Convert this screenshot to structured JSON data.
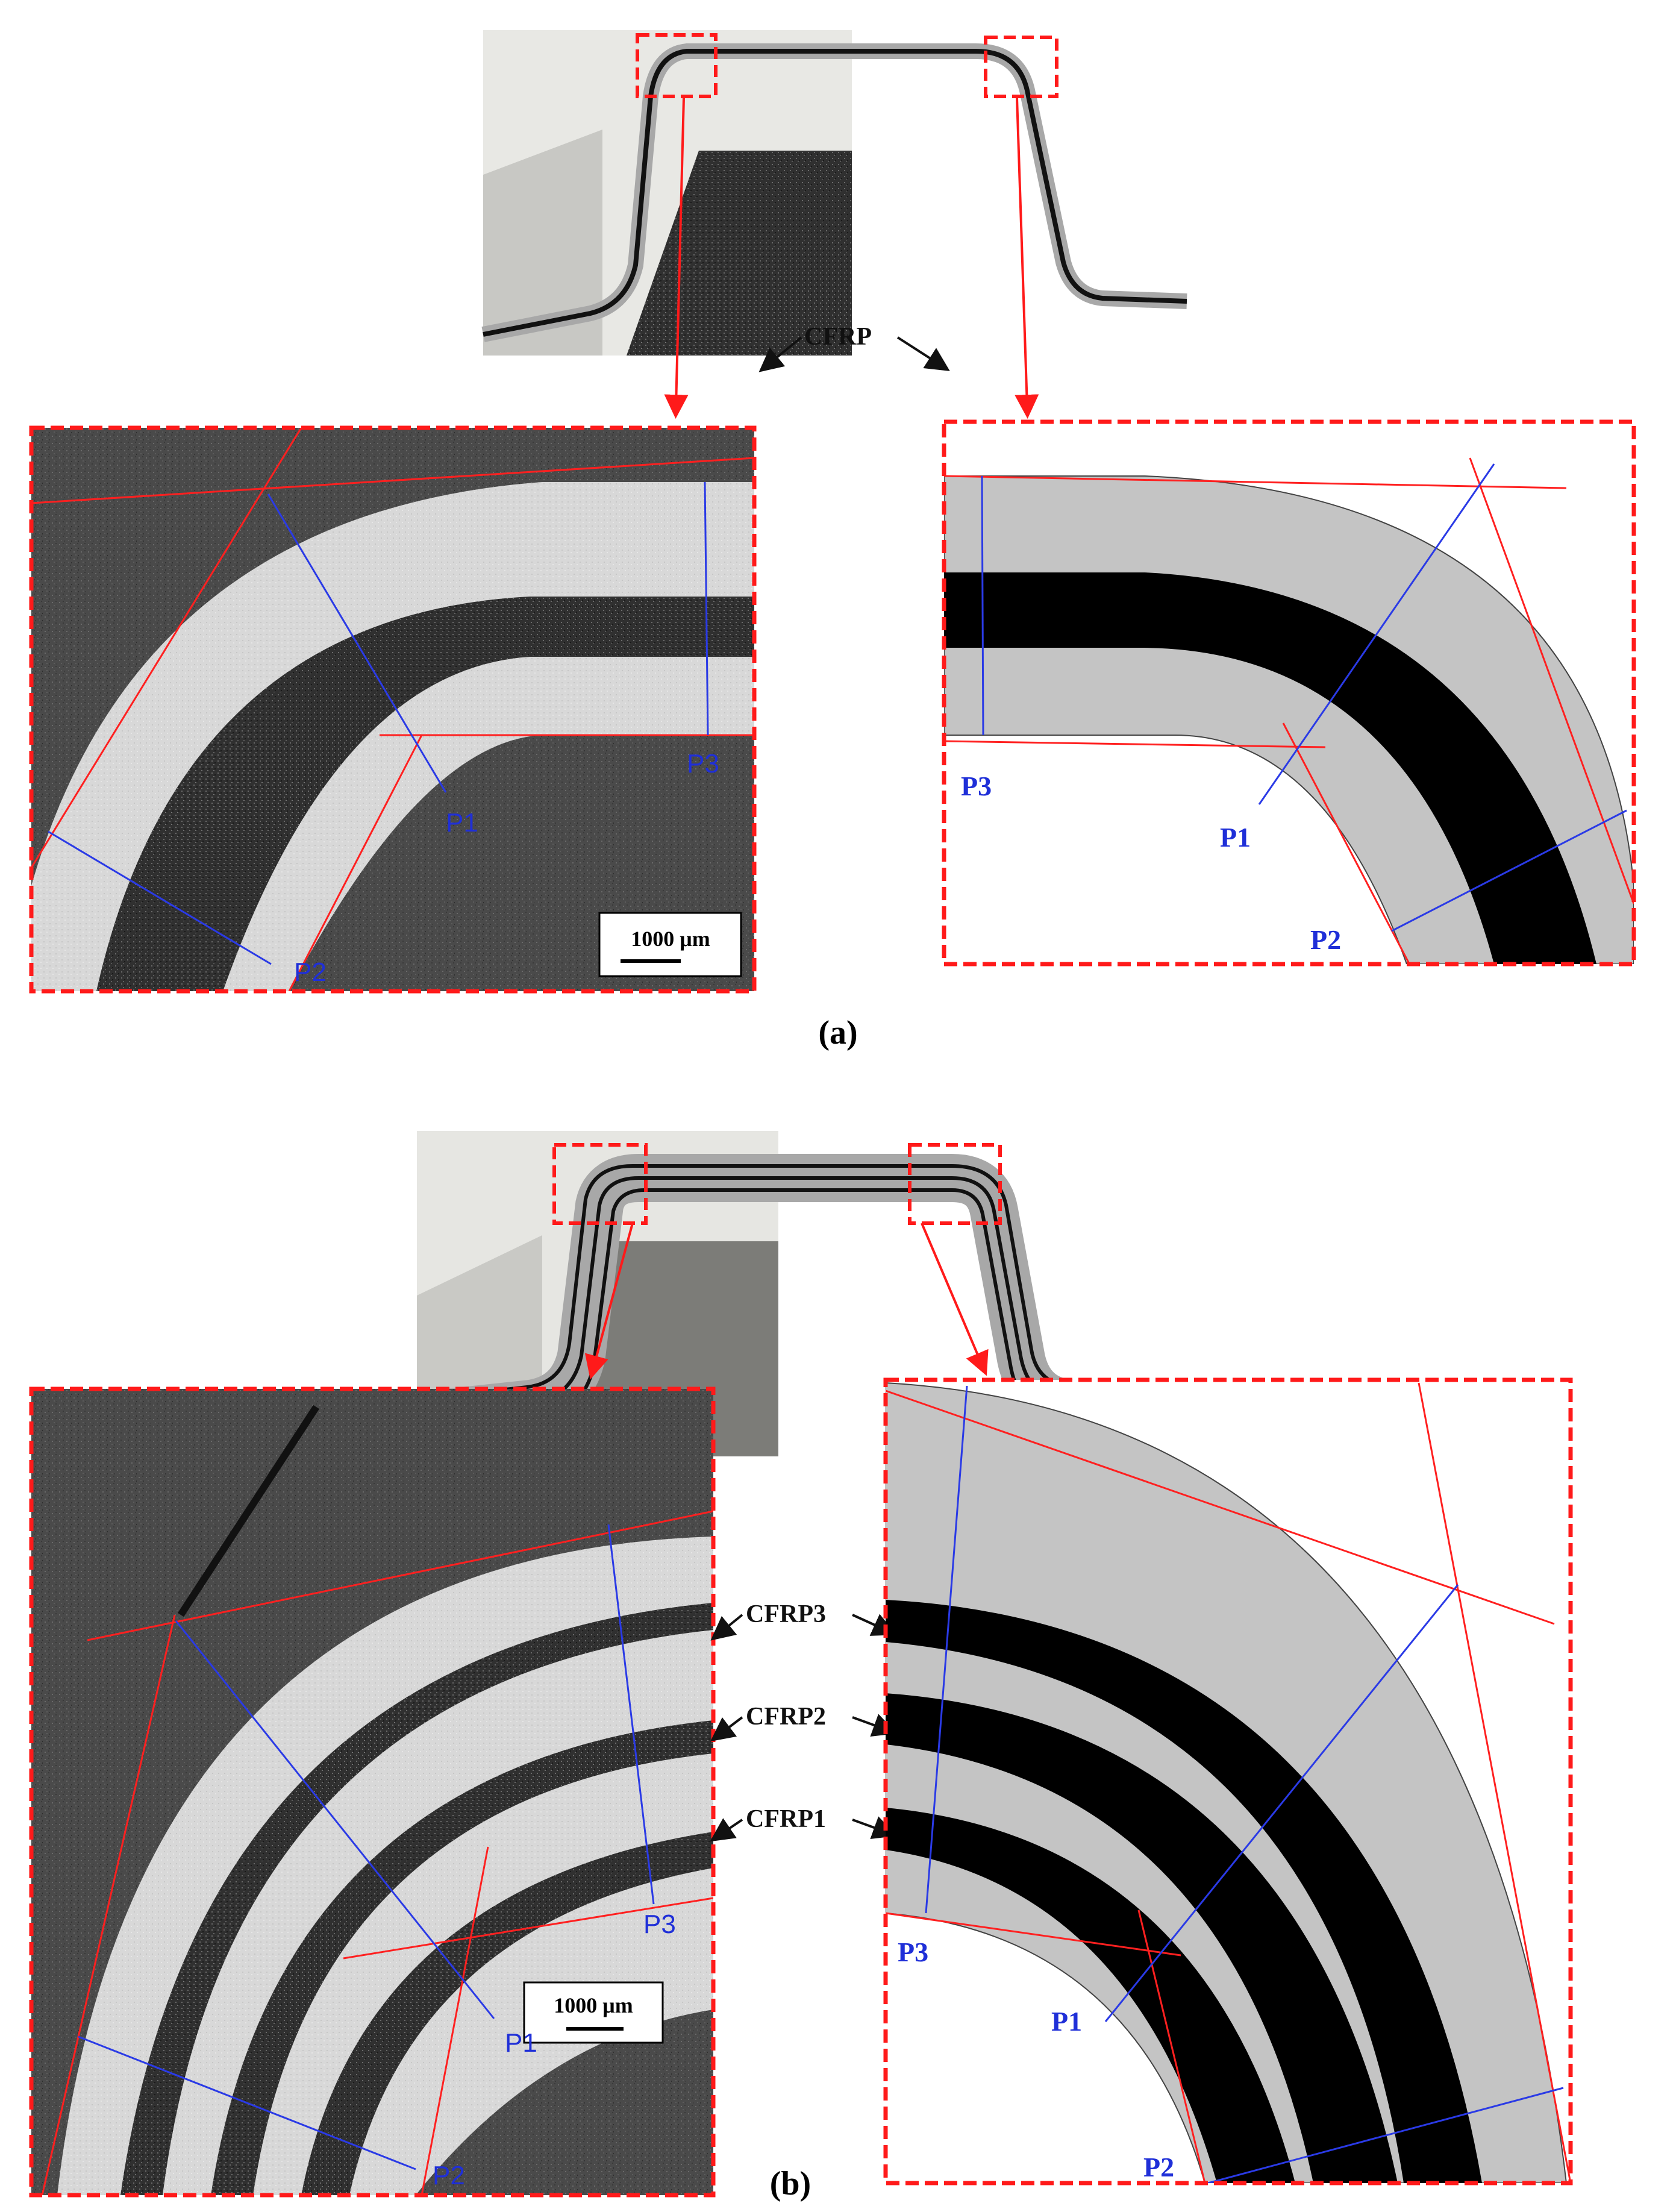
{
  "panels": {
    "a": {
      "label": "(a)",
      "scale_bar": "1000 μm",
      "labels": {
        "p1_left": "P1",
        "p2_left": "P2",
        "p3_left": "P3",
        "p1_right": "P1",
        "p2_right": "P2",
        "p3_right": "P3"
      },
      "layer_labels": [
        "CFRP"
      ]
    },
    "b": {
      "label": "(b)",
      "scale_bar": "1000 μm",
      "labels": {
        "p1_left": "P1",
        "p2_left": "P2",
        "p3_left": "P3",
        "p1_right": "P1",
        "p2_right": "P2",
        "p3_right": "P3"
      },
      "layer_labels": [
        "CFRP3",
        "CFRP2",
        "CFRP1"
      ]
    }
  },
  "colors": {
    "highlight_box": "#ff1a1a",
    "measure_line": "#2a3ae6",
    "cfrp_layer": "#000000",
    "metal_layer": "#c4c4c4"
  }
}
